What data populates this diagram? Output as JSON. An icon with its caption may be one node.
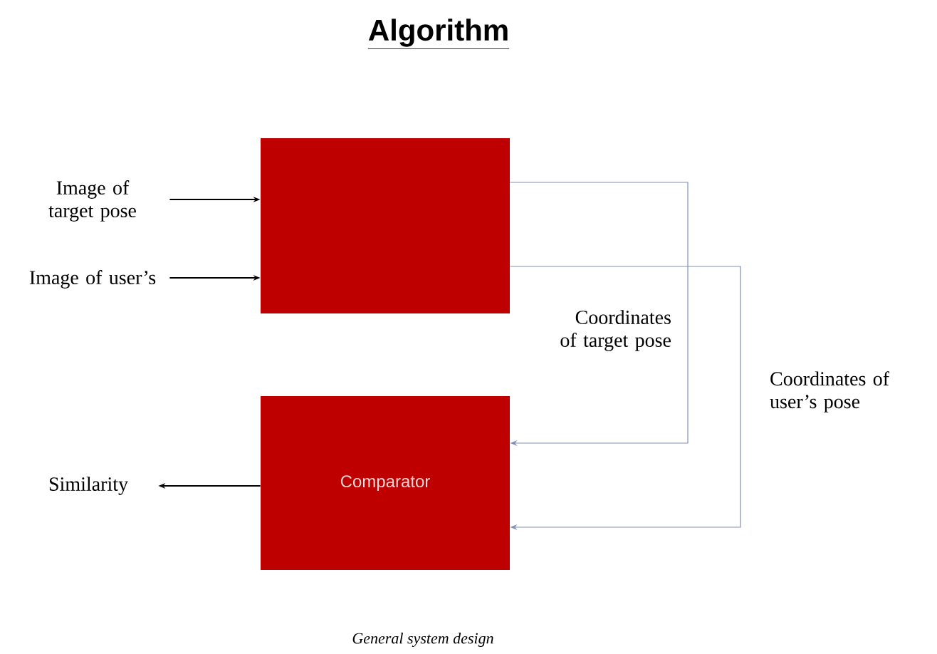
{
  "diagram": {
    "title": "Algorithm",
    "caption": "General system design",
    "nodes": [
      {
        "text": [
          "Image of target pose"
        ]
      },
      {
        "text": [
          "Image of user’s"
        ]
      },
      {
        "text": [],
        "shape": "box"
      },
      {
        "text": [
          "Comparator"
        ]
      },
      {
        "text": [
          "Similarity"
        ]
      }
    ],
    "edges": [
      {
        "from": 0,
        "to": 2,
        "arrow": "to"
      },
      {
        "from": 1,
        "to": 2,
        "arrow": "to"
      },
      {
        "from": 2,
        "to": 3,
        "arrow": "to",
        "label": "Coordinates of target pose",
        "color": "#8090b8"
      },
      {
        "from": 2,
        "to": 3,
        "arrow": "to",
        "label": "Coordinates of user’s pose",
        "color": "#8090b8"
      },
      {
        "from": 3,
        "to": 4,
        "arrow": "to"
      }
    ]
  }
}
